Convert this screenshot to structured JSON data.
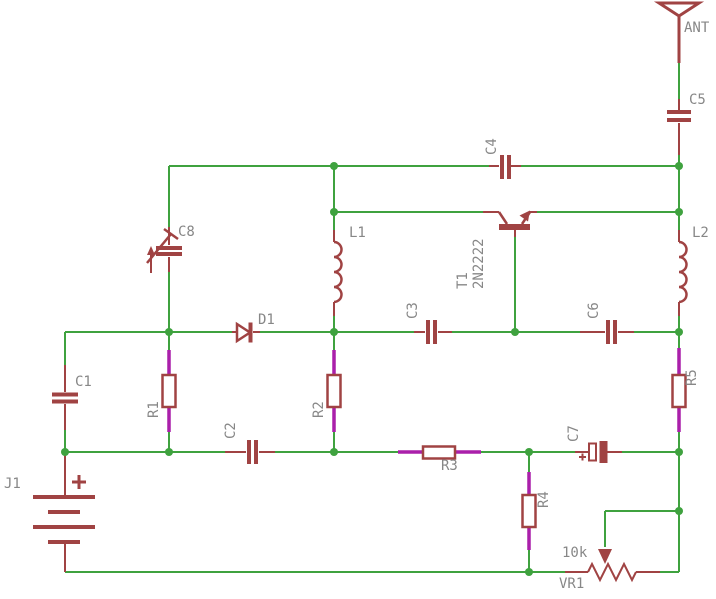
{
  "colors": {
    "wire_green": "#3fa23f",
    "symbol_red": "#a04343",
    "pin_magenta": "#aa1faa",
    "label_grey": "#878787",
    "background": "#ffffff"
  },
  "components": {
    "antenna": {
      "ref": "ANT"
    },
    "c1": {
      "ref": "C1"
    },
    "c2": {
      "ref": "C2"
    },
    "c3": {
      "ref": "C3"
    },
    "c4": {
      "ref": "C4"
    },
    "c5": {
      "ref": "C5"
    },
    "c6": {
      "ref": "C6"
    },
    "c7": {
      "ref": "C7",
      "polarity_mark": "+"
    },
    "c8": {
      "ref": "C8"
    },
    "d1": {
      "ref": "D1"
    },
    "l1": {
      "ref": "L1"
    },
    "l2": {
      "ref": "L2"
    },
    "r1": {
      "ref": "R1"
    },
    "r2": {
      "ref": "R2"
    },
    "r3": {
      "ref": "R3"
    },
    "r4": {
      "ref": "R4"
    },
    "r5": {
      "ref": "R5"
    },
    "t1": {
      "ref": "T1",
      "value": "2N2222"
    },
    "j1": {
      "ref": "J1",
      "polarity_mark": "+"
    },
    "vr1": {
      "ref": "VR1",
      "value": "10k"
    }
  }
}
